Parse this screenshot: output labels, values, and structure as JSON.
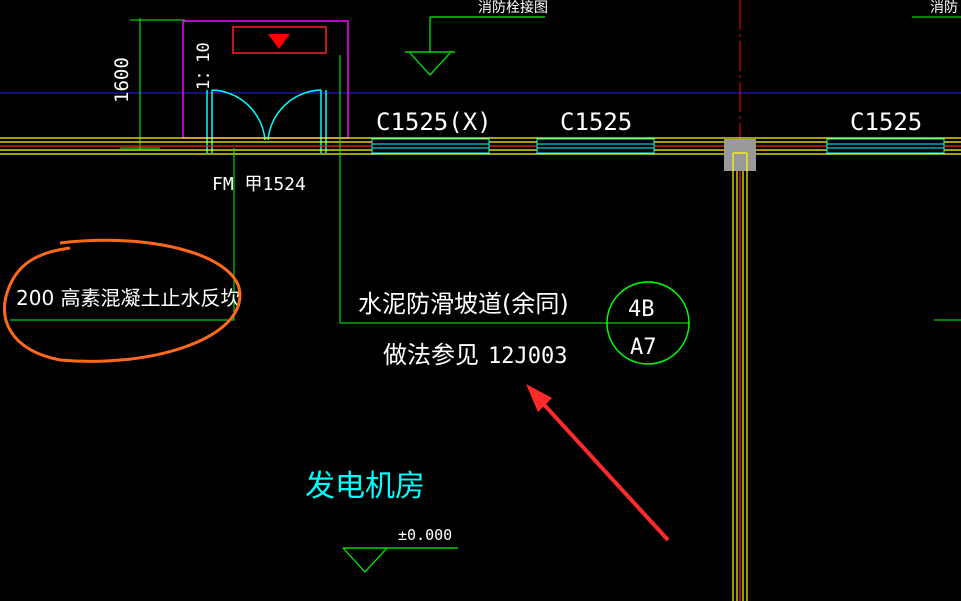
{
  "drawing": {
    "fire_hydrant_label_left": "消防栓接图",
    "fire_hydrant_label_right": "消防",
    "dimension_1600": "1600",
    "slope_ratio": "1：10",
    "window_labels": [
      "C1525(X)",
      "C1525",
      "C1525"
    ],
    "door_label": "FM 甲1524",
    "curb_note": "200  高素混凝土止水反坎",
    "ramp_note_line1": "水泥防滑坡道(余同)",
    "ramp_note_line2": "做法参见",
    "ramp_ref": "12J003",
    "detail_bubble_top": "4B",
    "detail_bubble_bottom": "A7",
    "room_name": "发电机房",
    "elevation": "±0.000"
  },
  "colors": {
    "background": "#000000",
    "wall": "#ffff00",
    "red_line": "#ff0000",
    "green_line": "#00ff00",
    "cyan": "#00ffff",
    "blue_axis": "#0000ff",
    "magenta": "#ff00ff",
    "annotation_orange": "#ff6a1a",
    "arrow_red": "#ff2a2a",
    "column_fill": "#9a9a9a"
  },
  "icons": {
    "warning_marker": "red-triangle-icon",
    "elevation_marker": "elevation-triangle-icon",
    "annotation_arrow": "red-arrow-icon"
  }
}
